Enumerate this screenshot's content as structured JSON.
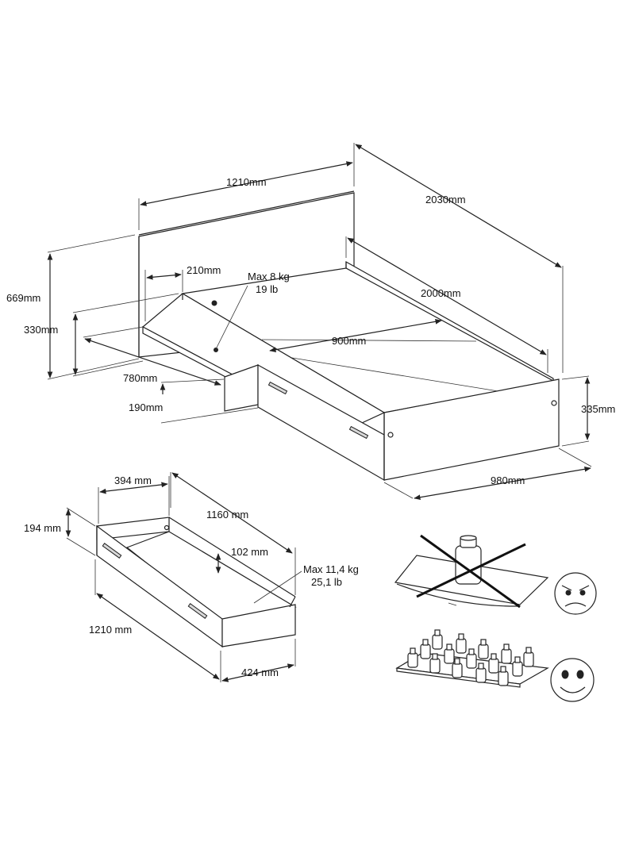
{
  "bed": {
    "width_label": "1210mm",
    "length_label": "2030mm",
    "head_height_label": "669mm",
    "side_height_label": "330mm",
    "shelf_depth_label": "210mm",
    "shelf_load_kg": "Max 8 kg",
    "shelf_load_lb": "19 lb",
    "inner_length_label": "2000mm",
    "inner_width_label": "900mm",
    "shelf_length_label": "780mm",
    "shelf_clearance_label": "190mm",
    "foot_height_label": "335mm",
    "total_width_label": "980mm"
  },
  "drawer": {
    "width_label": "394 mm",
    "height_label": "194 mm",
    "length_label": "1160 mm",
    "inner_height_label": "102 mm",
    "load_kg": "Max 11,4 kg",
    "load_lb": "25,1 lb",
    "front_length_label": "1210 mm",
    "depth_label": "424 mm"
  },
  "load_guide": {
    "wrong_icon": "angry-face-icon",
    "right_icon": "happy-face-icon",
    "concentrated_weight_icon": "single-weight-icon",
    "distributed_weight_icon": "many-weights-icon"
  }
}
